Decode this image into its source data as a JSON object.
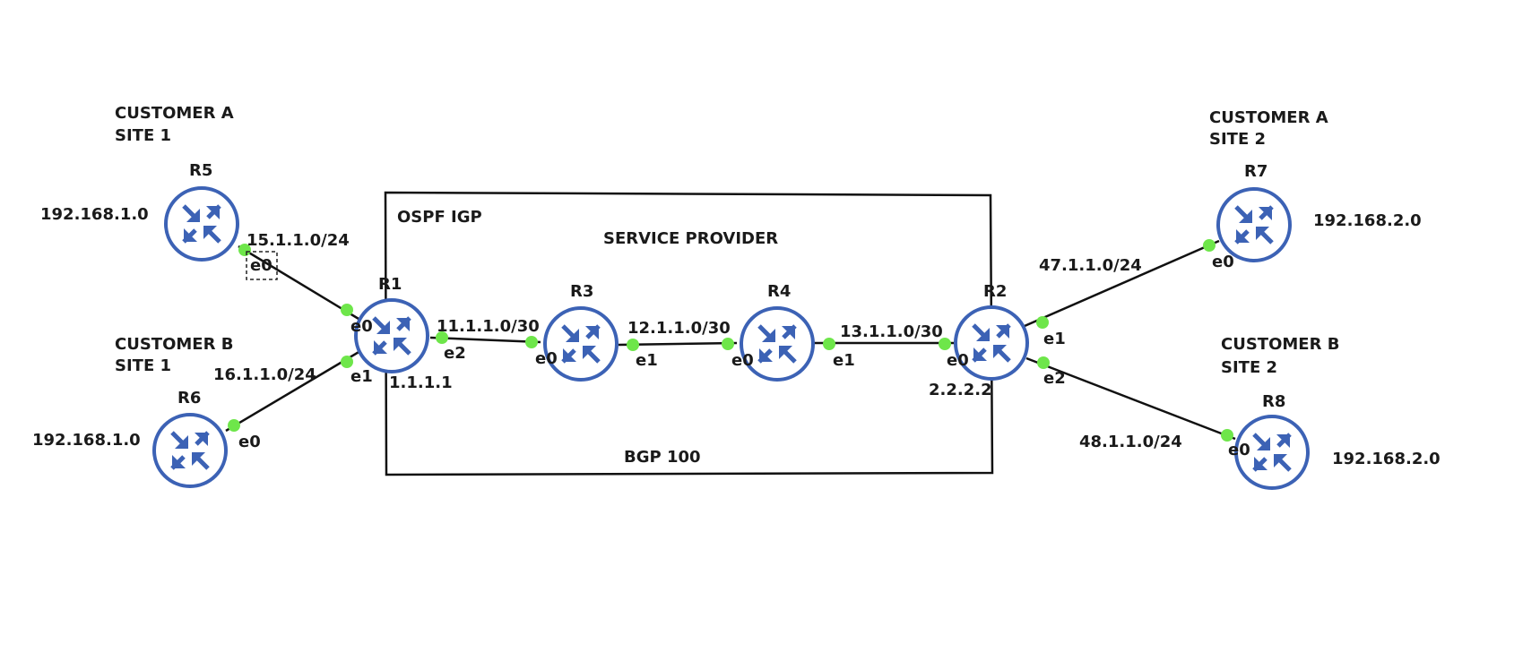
{
  "provider_box": {
    "igp_label": "OSPF IGP",
    "title": "SERVICE PROVIDER",
    "bgp_label": "BGP 100"
  },
  "sites": {
    "a1": [
      "CUSTOMER A",
      "SITE 1"
    ],
    "b1": [
      "CUSTOMER B",
      "SITE 1"
    ],
    "a2": [
      "CUSTOMER A",
      "SITE 2"
    ],
    "b2": [
      "CUSTOMER B",
      "SITE 2"
    ]
  },
  "routers": {
    "r5": {
      "name": "R5",
      "network": "192.168.1.0"
    },
    "r6": {
      "name": "R6",
      "network": "192.168.1.0"
    },
    "r1": {
      "name": "R1",
      "loopback": "1.1.1.1"
    },
    "r3": {
      "name": "R3"
    },
    "r4": {
      "name": "R4"
    },
    "r2": {
      "name": "R2",
      "loopback": "2.2.2.2"
    },
    "r7": {
      "name": "R7",
      "network": "192.168.2.0"
    },
    "r8": {
      "name": "R8",
      "network": "192.168.2.0"
    }
  },
  "links": {
    "r5_r1": "15.1.1.0/24",
    "r6_r1": "16.1.1.0/24",
    "r1_r3": "11.1.1.0/30",
    "r3_r4": "12.1.1.0/30",
    "r4_r2": "13.1.1.0/30",
    "r2_r7": "47.1.1.0/24",
    "r2_r8": "48.1.1.0/24"
  },
  "interfaces": {
    "r5_e0": "e0",
    "r6_e0": "e0",
    "r1_e0": "e0",
    "r1_e1": "e1",
    "r1_e2": "e2",
    "r3_e0": "e0",
    "r3_e1": "e1",
    "r4_e0": "e0",
    "r4_e1": "e1",
    "r2_e0": "e0",
    "r2_e1": "e1",
    "r2_e2": "e2",
    "r7_e0": "e0",
    "r8_e0": "e0"
  },
  "colors": {
    "router": "#3c62b5",
    "port": "#6ee64a",
    "line": "#111111"
  },
  "icons": {
    "router": "router-icon",
    "port": "port-dot"
  }
}
